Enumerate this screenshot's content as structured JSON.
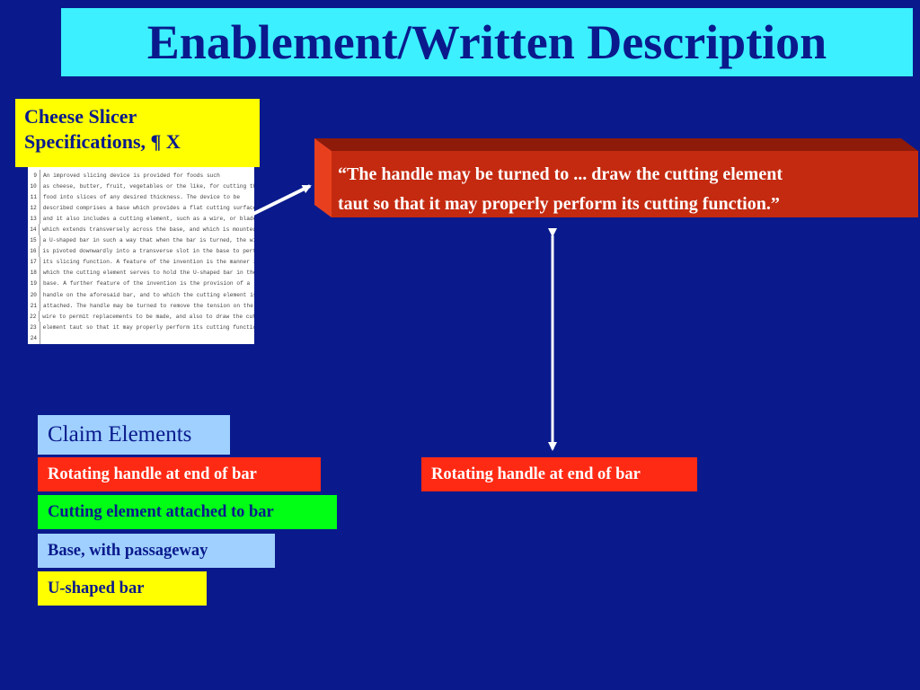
{
  "title": "Enablement/Written Description",
  "spec": {
    "label_line1": "Cheese Slicer",
    "label_line2": "Specifications, ¶ X",
    "lines": [
      {
        "num": "9",
        "text": "         An improved slicing device is provided for foods such"
      },
      {
        "num": "10",
        "text": "as cheese, butter, fruit, vegetables or the like, for cutting the"
      },
      {
        "num": "11",
        "text": "food into slices of any desired thickness.  The device to be"
      },
      {
        "num": "12",
        "text": "described comprises a base which provides a flat cutting surface,"
      },
      {
        "num": "13",
        "text": "and it also includes a cutting element, such as a wire, or blade,"
      },
      {
        "num": "14",
        "text": "which extends transversely across the base, and which is mounted on"
      },
      {
        "num": "15",
        "text": "a U-shaped bar in such a way that when the bar is turned, the wire"
      },
      {
        "num": "16",
        "text": "is pivoted downwardly into a transverse slot in the base to perform"
      },
      {
        "num": "17",
        "text": "its slicing function.  A feature of the invention is the manner in"
      },
      {
        "num": "18",
        "text": "which the cutting element serves to hold the U-shaped bar in the"
      },
      {
        "num": "19",
        "text": "base.  A further feature of the invention is the provision of a"
      },
      {
        "num": "20",
        "text": "handle on the aforesaid bar, and to which the cutting element is"
      },
      {
        "num": "21",
        "text": "attached.  The handle may be turned to remove the tension on the"
      },
      {
        "num": "22",
        "text": "wire to permit replacements to be made, and also to draw the cutting"
      },
      {
        "num": "23",
        "text": "element taut so that it may properly perform its cutting function."
      },
      {
        "num": "24",
        "text": ""
      }
    ]
  },
  "quote": {
    "line1": "“The handle may be turned to ... draw the cutting element",
    "line2": "taut so that it may properly perform its cutting function.”"
  },
  "claims": {
    "header": "Claim Elements",
    "items": [
      "Rotating handle at end of bar",
      "Cutting element attached to bar",
      "Base, with passageway",
      "U-shaped bar"
    ],
    "matched": "Rotating handle at end of bar"
  },
  "colors": {
    "background": "#0A1A8C",
    "title_bg": "#3CF0FF",
    "quote_bg": "#C42A10",
    "red": "#FF2A14",
    "green": "#00FF14",
    "light_blue": "#9FD0FF",
    "yellow": "#FFFF00"
  }
}
